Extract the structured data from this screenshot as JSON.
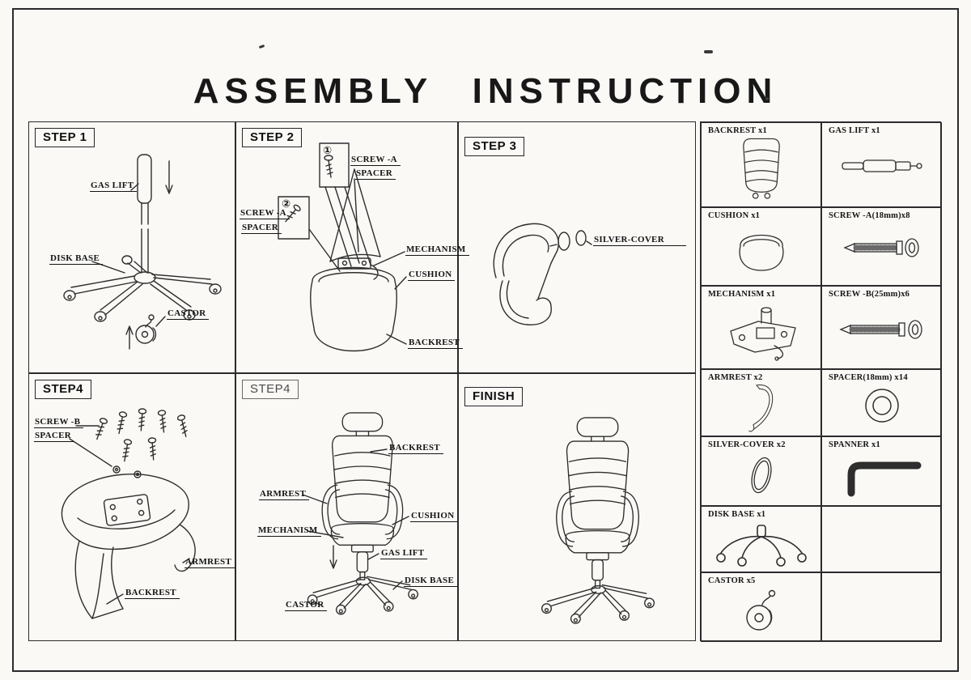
{
  "title": "ASSEMBLY  INSTRUCTION",
  "steps": {
    "step1": {
      "label": "STEP 1",
      "labels": {
        "gas_lift": "GAS LIFT",
        "disk_base": "DISK BASE",
        "castor": "CASTOR"
      }
    },
    "step2": {
      "label": "STEP 2",
      "callout1_num": "①",
      "callout2_num": "②",
      "labels": {
        "screw_a1": "SCREW -A",
        "spacer1": "SPACER",
        "screw_a2": "SCREW -A",
        "spacer2": "SPACER",
        "mechanism": "MECHANISM",
        "cushion": "CUSHION",
        "backrest": "BACKREST"
      }
    },
    "step3": {
      "label": "STEP 3",
      "labels": {
        "silver_cover": "SILVER-COVER"
      }
    },
    "step4a": {
      "label": "STEP4",
      "labels": {
        "screw_b": "SCREW -B",
        "spacer": "SPACER",
        "armrest": "ARMREST",
        "backrest": "BACKREST"
      }
    },
    "step4b": {
      "label": "STEP4",
      "labels": {
        "backrest": "BACKREST",
        "armrest": "ARMREST",
        "cushion": "CUSHION",
        "mechanism": "MECHANISM",
        "gas_lift": "GAS LIFT",
        "disk_base": "DISK BASE",
        "castor": "CASTOR"
      }
    },
    "finish": {
      "label": "FINISH"
    }
  },
  "parts": [
    {
      "name": "BACKREST x1"
    },
    {
      "name": "GAS LIFT  x1"
    },
    {
      "name": "CUSHION x1"
    },
    {
      "name": "SCREW -A(18mm)x8"
    },
    {
      "name": "MECHANISM  x1"
    },
    {
      "name": "SCREW -B(25mm)x6"
    },
    {
      "name": "ARMREST x2"
    },
    {
      "name": "SPACER(18mm) x14"
    },
    {
      "name": "SILVER-COVER x2"
    },
    {
      "name": "SPANNER x1"
    },
    {
      "name": "DISK BASE x1"
    },
    {
      "name": ""
    },
    {
      "name": "CASTOR x5"
    },
    {
      "name": ""
    }
  ]
}
